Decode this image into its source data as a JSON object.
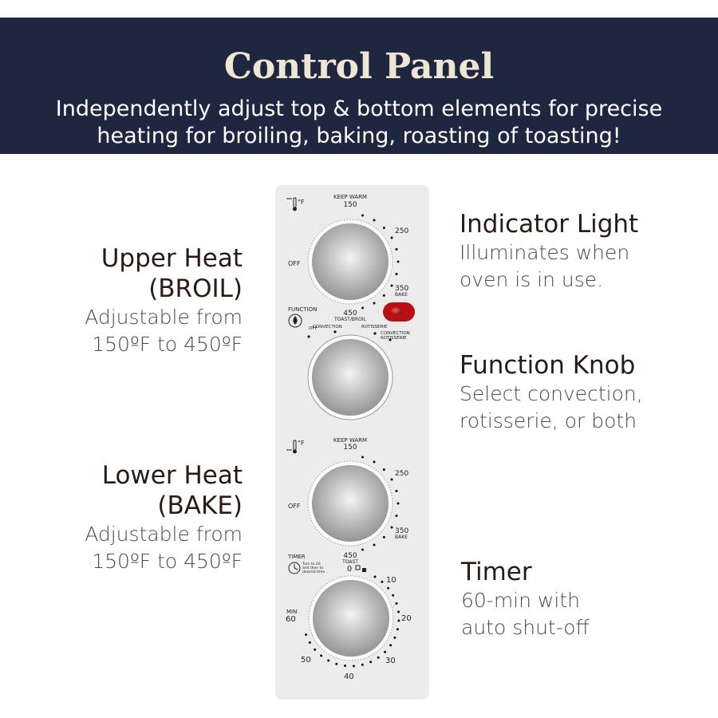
{
  "header": {
    "title": "Control Panel",
    "subtitle_line1": "Independently adjust top & bottom elements for precise",
    "subtitle_line2": "heating for broiling, baking, roasting of toasting!"
  },
  "features": {
    "upper_heat": {
      "title1": "Upper Heat",
      "title2": "(BROIL)",
      "desc1": "Adjustable from",
      "desc2": "150ºF to 450ºF"
    },
    "lower_heat": {
      "title1": "Lower Heat",
      "title2": "(BAKE)",
      "desc1": "Adjustable from",
      "desc2": "150ºF to 450ºF"
    },
    "indicator": {
      "title": "Indicator Light",
      "desc1": "Illuminates when",
      "desc2": "oven is in use."
    },
    "function": {
      "title": "Function Knob",
      "desc1": "Select convection,",
      "desc2": "rotisserie, or both"
    },
    "timer": {
      "title": "Timer",
      "desc1": "60-min with",
      "desc2": "auto shut-off"
    }
  },
  "panel": {
    "upper_dial": {
      "deg": "°F",
      "keep": "KEEP WARM",
      "t150": "150",
      "t250": "250",
      "t350": "350",
      "bake": "BAKE",
      "t450": "450",
      "toast": "TOAST/BROIL",
      "off": "OFF"
    },
    "function_dial": {
      "label": "FUNCTION",
      "off": "OFF",
      "convection": "CONVECTION",
      "rotisserie": "ROTISSERIE",
      "both1": "CONVECTION",
      "both2": "ROTISSERIE"
    },
    "lower_dial": {
      "deg": "°F",
      "keep": "KEEP WARM",
      "t150": "150",
      "t250": "250",
      "t350": "350",
      "bake": "BAKE",
      "t450": "450",
      "toast": "TOAST",
      "off": "OFF"
    },
    "timer_dial": {
      "label": "TIMER",
      "note1": "Turn to 20",
      "note2": "and then to",
      "note3": "desired time",
      "zero": "0",
      "t10": "10",
      "t20": "20",
      "t30": "30",
      "t40": "40",
      "t50": "50",
      "min": "MIN",
      "t60": "60"
    },
    "indicator_color": "#c8141a"
  }
}
